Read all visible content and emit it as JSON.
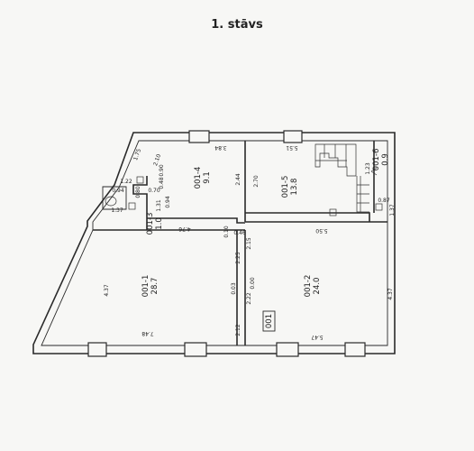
{
  "title": "1. stāvs",
  "rooms": [
    {
      "id": "001-1",
      "area": "28.7"
    },
    {
      "id": "001-2",
      "area": "24.0"
    },
    {
      "id": "001-3",
      "area": "1.0"
    },
    {
      "id": "001-4",
      "area": "9.1"
    },
    {
      "id": "001-5",
      "area": "13.8"
    },
    {
      "id": "001-6",
      "area": "0.9"
    }
  ],
  "unit_label": "001",
  "dimensions": {
    "d384": "3.84",
    "d551": "5.51",
    "d175": "1.75",
    "d210": "2.10",
    "d090": "0.90",
    "d048": "0.48",
    "d122": "1.22",
    "d244": "2.44",
    "d270": "2.70",
    "d123": "1.23",
    "d087": "0.87",
    "d137": "1.37",
    "d094a": "0.94",
    "d080": "0.80",
    "d070": "0.70",
    "d137b": "1.37",
    "d131": "1.31",
    "d094b": "0.94",
    "d476": "4.76",
    "d046": "0.46",
    "d010": "0.10",
    "d550": "5.50",
    "d215": "2.15",
    "d225": "2.25",
    "d000": "0.00",
    "d003": "0.03",
    "d222": "2.22",
    "d212": "2.12",
    "d437a": "4.37",
    "d437b": "4.37",
    "d748": "7.48",
    "d547": "5.47"
  }
}
